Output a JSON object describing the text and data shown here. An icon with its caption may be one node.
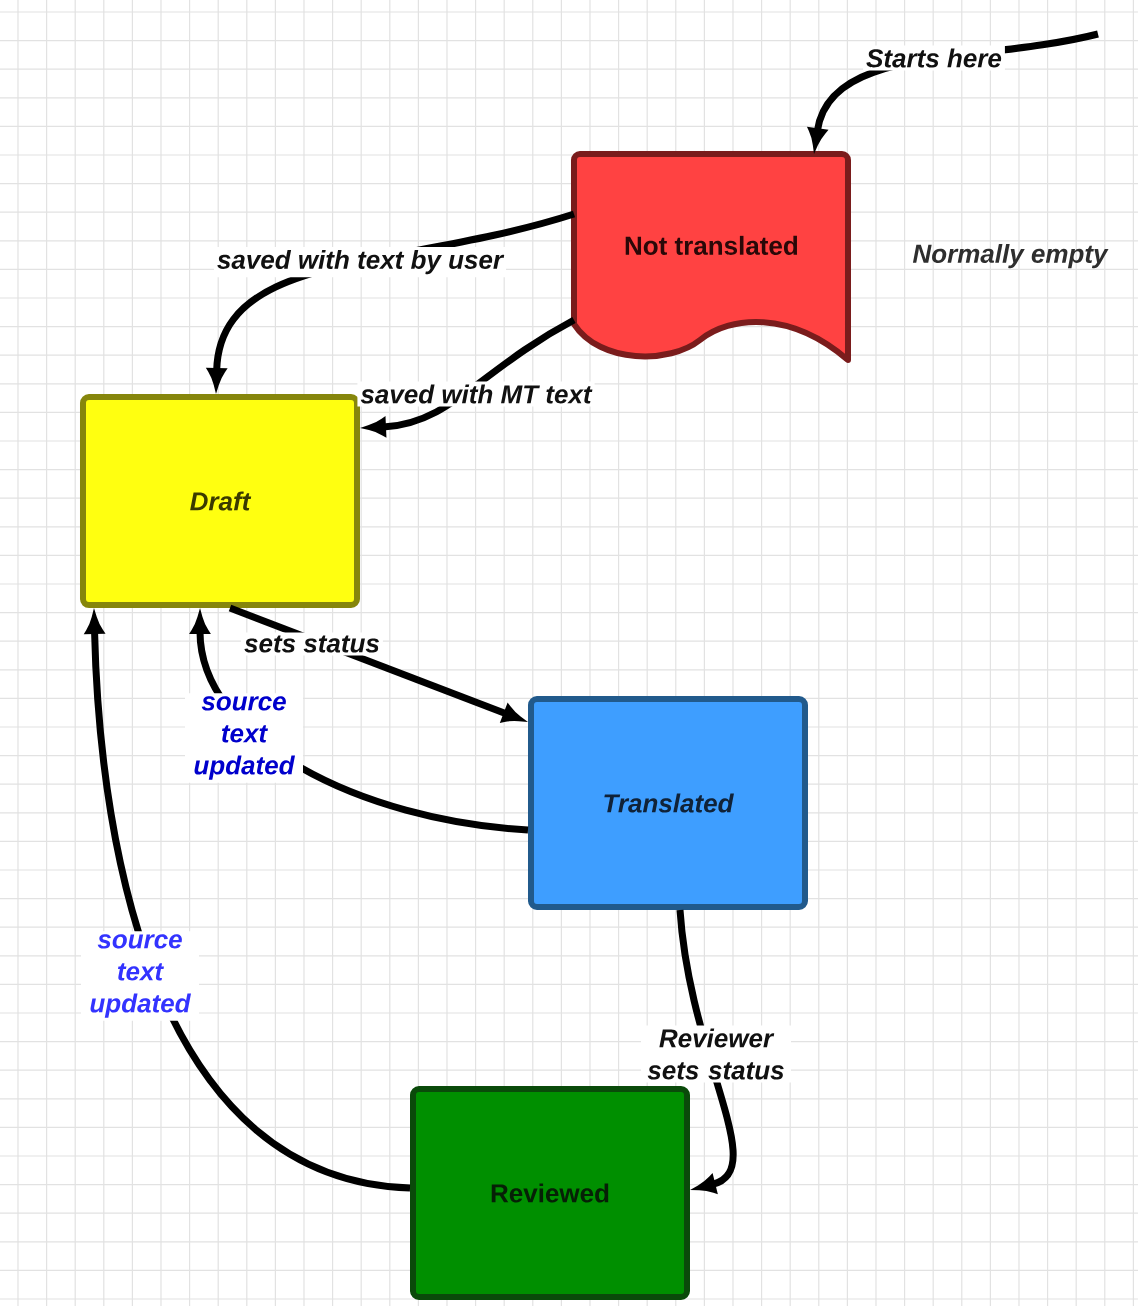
{
  "diagram": {
    "nodes": [
      {
        "text": [
          "Not translated"
        ],
        "beside": [
          "Normally empty"
        ]
      },
      {
        "text": [
          "Draft"
        ]
      },
      {
        "text": [
          "Translated"
        ]
      },
      {
        "text": [
          "Reviewed"
        ]
      }
    ],
    "edges": [
      {
        "from": null,
        "to": 0,
        "arrow": "to",
        "label": "Starts here"
      },
      {
        "from": 0,
        "to": 1,
        "arrow": "to",
        "label": "saved with text by user"
      },
      {
        "from": 0,
        "to": 1,
        "arrow": "to",
        "label": "saved with MT text"
      },
      {
        "from": 1,
        "to": 2,
        "arrow": "to",
        "label": "sets status"
      },
      {
        "from": 2,
        "to": 1,
        "arrow": "to",
        "label": "source text updated"
      },
      {
        "from": 3,
        "to": 1,
        "arrow": "to",
        "label": "source text updated"
      },
      {
        "from": 2,
        "to": 3,
        "arrow": "to",
        "label": "Reviewer sets status"
      }
    ]
  }
}
